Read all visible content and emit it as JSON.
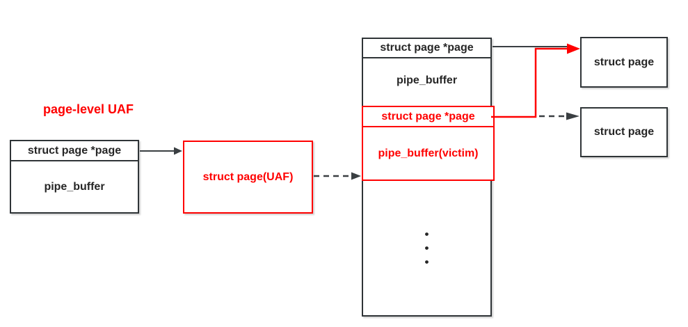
{
  "labels": {
    "page_level_uaf": "page-level UAF"
  },
  "left_box": {
    "rows": [
      "struct page *page",
      "pipe_buffer"
    ]
  },
  "uaf_box": {
    "text": "struct page(UAF)"
  },
  "ring_box": {
    "rows": [
      "struct page *page",
      "pipe_buffer",
      "struct page *page",
      "pipe_buffer(victim)"
    ],
    "dots": [
      "•",
      "•",
      "•"
    ]
  },
  "right_boxes": [
    {
      "text": "struct page"
    },
    {
      "text": "struct page"
    }
  ],
  "colors": {
    "accent_red": "#ff0000",
    "ink": "#262626",
    "border": "#2f3437"
  }
}
